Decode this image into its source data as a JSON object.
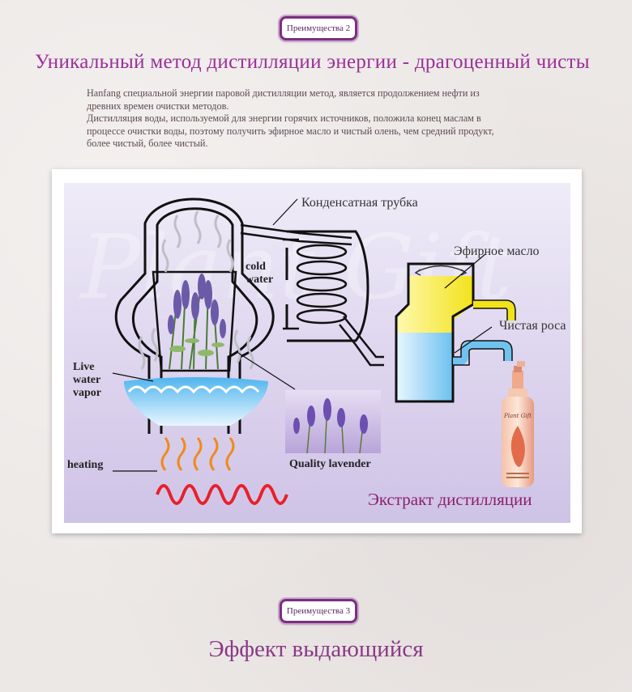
{
  "badges": {
    "first": "Преимущества 2",
    "second": "Преимущества 3"
  },
  "headline": "Уникальный метод дистилляции энергии - драгоценный чисты",
  "intro": {
    "line1": "Hanfang специальной энергии паровой дистилляции метод, является продолжением нефти из",
    "line2": "древних времен очистки методов.",
    "line3": "Дистилляция воды, используемой для энергии горячих источников, положила конец маслам в",
    "line4": "процессе очистки воды, поэтому получить эфирное масло и чистый олень, чем средний продукт,",
    "line5": "более чистый, более чистый."
  },
  "diagram": {
    "labels": {
      "condenser": "Конденсатная трубка",
      "essential_oil": "Эфирное масло",
      "pure_dew": "Чистая роса",
      "cold_water_1": "cold",
      "cold_water_2": "water",
      "vapor_1": "Live",
      "vapor_2": "water",
      "vapor_3": "vapor",
      "heating": "heating",
      "lavender": "Quality lavender",
      "extract": "Экстракт дистилляции"
    },
    "watermark": "Plant Gift",
    "bottle_brand": "Plant Gift",
    "colors": {
      "water": "#6fc3f0",
      "oil": "#f2e21a",
      "flame": "#f08a1c",
      "heat": "#e8202a",
      "accent": "#8b1f6f"
    }
  },
  "section_title": "Эффект выдающийся"
}
